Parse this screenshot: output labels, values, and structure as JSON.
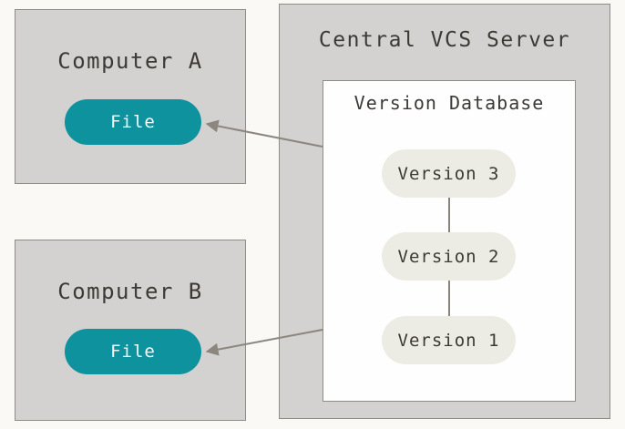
{
  "colors": {
    "accent_teal": "#0e929e",
    "box_gray": "#d3d2d0",
    "pill_beige": "#edece4",
    "border_gray": "#8f8b86",
    "arrow_gray": "#8c867f",
    "text_dark": "#3d3935",
    "page_background": "#faf9f5"
  },
  "computer_a": {
    "title": "Computer A",
    "file_label": "File"
  },
  "computer_b": {
    "title": "Computer B",
    "file_label": "File"
  },
  "server": {
    "title": "Central VCS Server",
    "database": {
      "title": "Version Database",
      "versions": [
        "Version 3",
        "Version 2",
        "Version 1"
      ]
    }
  }
}
